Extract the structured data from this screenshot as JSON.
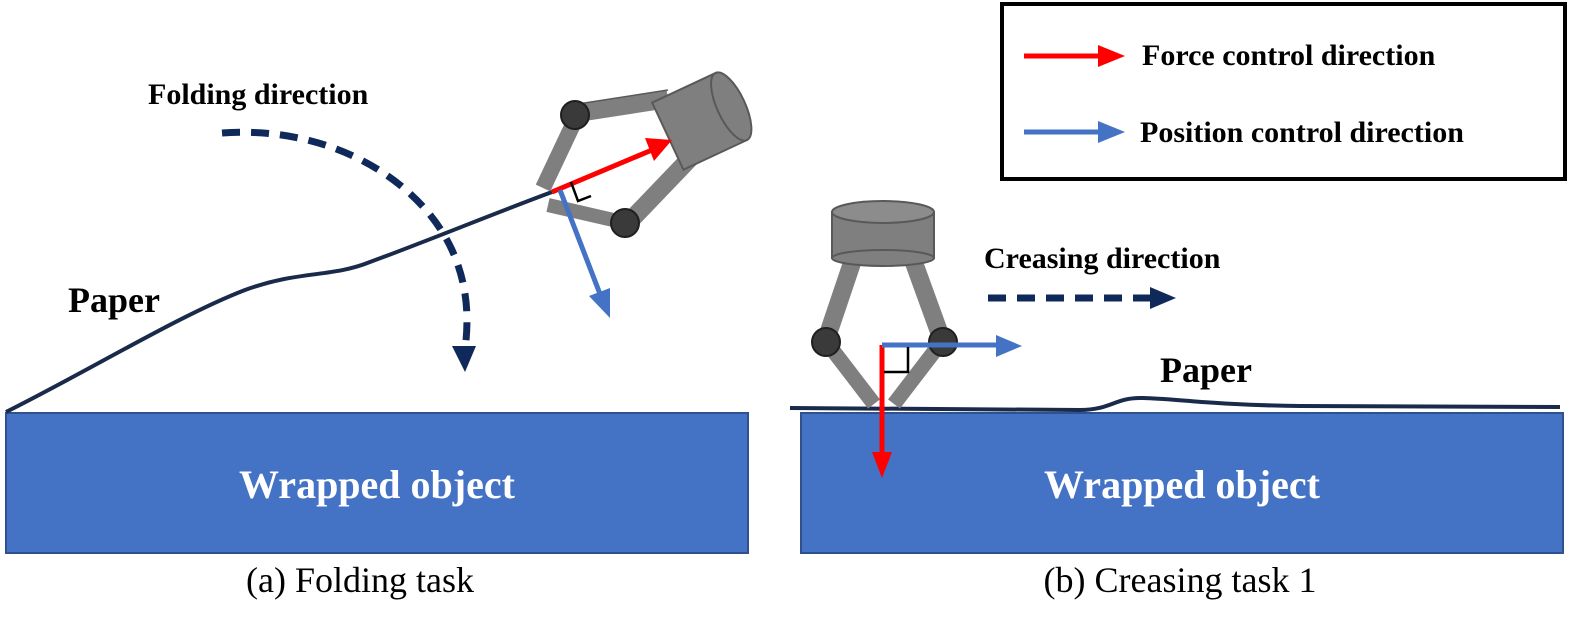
{
  "legend": {
    "force_label": "Force control direction",
    "position_label": "Position control direction"
  },
  "panel_a": {
    "caption": "(a) Folding task",
    "direction_label": "Folding direction",
    "paper_label": "Paper",
    "object_label": "Wrapped object"
  },
  "panel_b": {
    "caption": "(b) Creasing task 1",
    "direction_label": "Creasing direction",
    "paper_label": "Paper",
    "object_label": "Wrapped object"
  },
  "colors": {
    "force_arrow": "#ff0000",
    "position_arrow": "#4472c4",
    "block_fill": "#4472c4",
    "gripper": "#7f7f7f",
    "joint": "#3a3a3a",
    "paper_line": "#1a2a4a",
    "direction_arrow": "#0f2a5a"
  }
}
